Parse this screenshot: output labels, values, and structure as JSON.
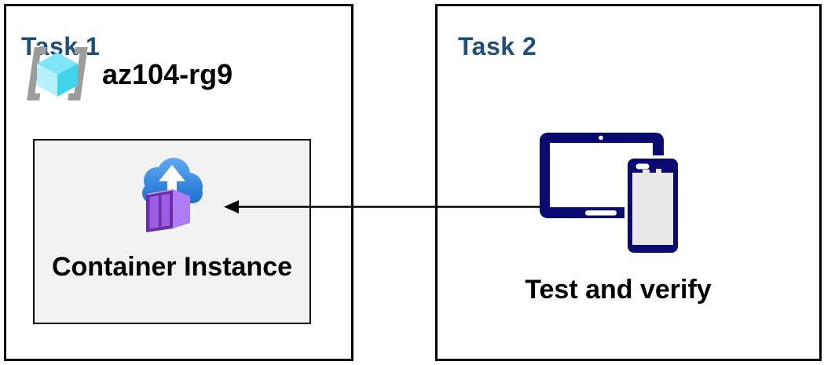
{
  "panels": [
    {
      "id": "task-1",
      "title": "Task 1",
      "resource_group": {
        "name": "az104-rg9",
        "icon": "resource-group-icon"
      },
      "container_box": {
        "label": "Container Instance",
        "icon": "container-instance-icon"
      }
    },
    {
      "id": "task-2",
      "title": "Task 2",
      "devices_icon": "tablet-and-phone-icon",
      "caption": "Test and verify"
    }
  ],
  "connector": {
    "type": "arrow",
    "from": "task-2-devices",
    "to": "task-1-container-box",
    "direction": "right-to-left",
    "color": "#000000"
  },
  "colors": {
    "panel_border": "#000000",
    "title_text": "#1F4E79",
    "body_text": "#000000",
    "inner_box_fill": "#F2F2F2",
    "inner_box_border": "#000000",
    "device_navy": "#0A0A70",
    "device_screen_gray": "#E8E8E8",
    "cloud_blue_light": "#60A9F2",
    "cloud_blue_dark": "#1A6ECE",
    "container_front_purple": "#6C2EA4",
    "container_panel_purple": "#9B5FE5",
    "container_side_purple": "#AF7DF3",
    "bracket_gray": "#9C9C9C",
    "cube_top_cyan": "#7FE5F7",
    "cube_left_cyan": "#B4F1FB",
    "cube_right_cyan": "#3FD3EC"
  }
}
